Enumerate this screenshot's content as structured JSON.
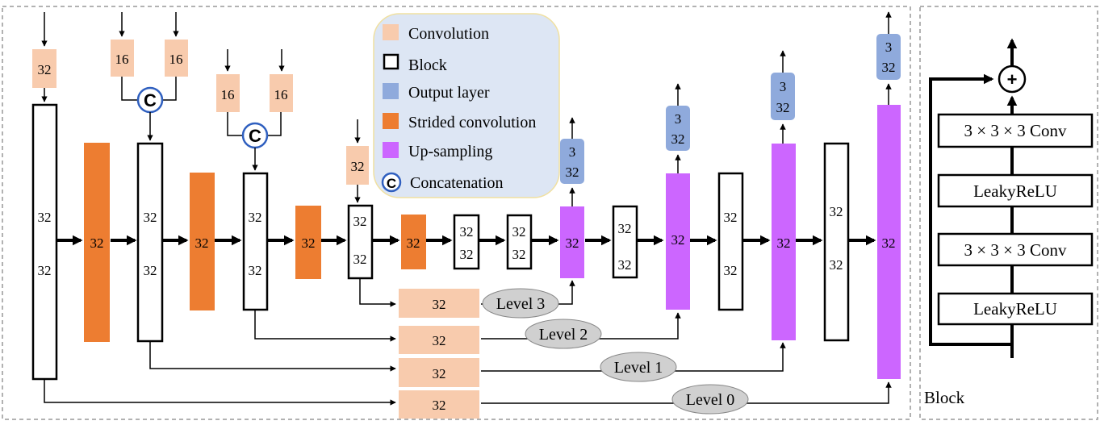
{
  "legend": {
    "convolution": "Convolution",
    "block": "Block",
    "output_layer": "Output layer",
    "strided_convolution": "Strided convolution",
    "up_sampling": "Up-sampling",
    "concatenation": "Concatenation",
    "concat_symbol": "C"
  },
  "colors": {
    "convolution": "#f8cbad",
    "output_layer": "#8faadc",
    "strided_convolution": "#ed7d31",
    "up_sampling": "#cc66ff",
    "legend_bg": "#dde6f4",
    "legend_border": "#f0e0a0",
    "level_oval": "#d0d0d0",
    "concat_ring": "#2f5fbf"
  },
  "encoder": {
    "input_conv_32": "32",
    "input_conv_16_a": "16",
    "input_conv_16_b": "16",
    "input_conv_16_c": "16",
    "input_conv_16_d": "16",
    "input_conv_32_small": "32",
    "block1_top": "32",
    "block1_bottom": "32",
    "strided1": "32",
    "block2_top": "32",
    "block2_bottom": "32",
    "strided2": "32",
    "block3_top": "32",
    "block3_bottom": "32",
    "strided3": "32",
    "block4_top": "32",
    "block4_bottom": "32",
    "strided4": "32",
    "block5_top": "32",
    "block5_bottom": "32",
    "block6_top": "32",
    "block6_bottom": "32"
  },
  "decoder": {
    "up1": "32",
    "out1_top": "3",
    "out1_bottom": "32",
    "block7_top": "32",
    "block7_bottom": "32",
    "up2": "32",
    "out2_top": "3",
    "out2_bottom": "32",
    "block8_top": "32",
    "block8_bottom": "32",
    "up3": "32",
    "out3_top": "3",
    "out3_bottom": "32",
    "block9_top": "32",
    "block9_bottom": "32",
    "up4": "32",
    "out4_top": "3",
    "out4_bottom": "32"
  },
  "skips": {
    "skip3": "32",
    "skip2": "32",
    "skip1": "32",
    "skip0": "32",
    "level3": "Level 3",
    "level2": "Level 2",
    "level1": "Level 1",
    "level0": "Level 0"
  },
  "block_panel": {
    "title": "Block",
    "plus": "+",
    "conv1": "3 × 3 × 3 Conv",
    "act1": "LeakyReLU",
    "conv2": "3 × 3 × 3 Conv",
    "act2": "LeakyReLU"
  }
}
